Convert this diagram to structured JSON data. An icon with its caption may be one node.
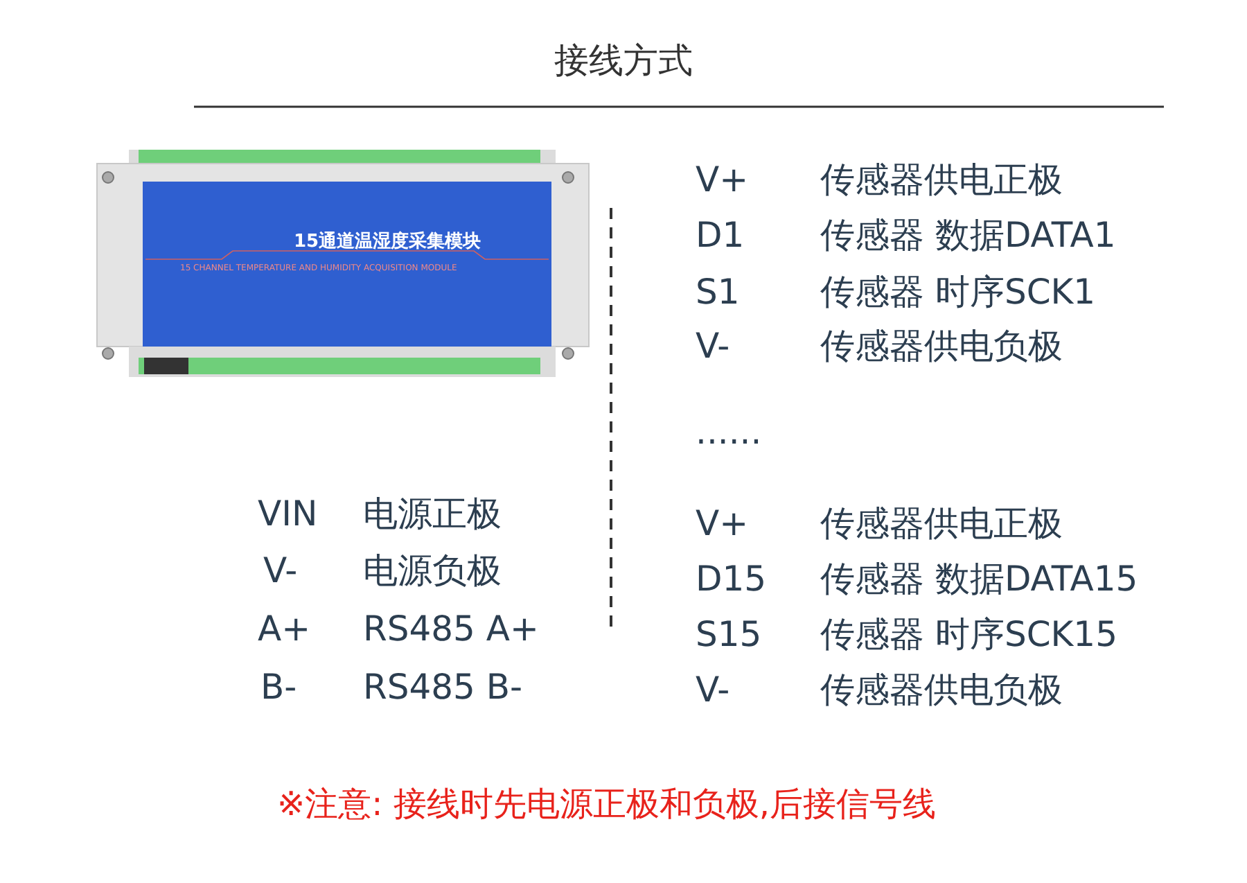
{
  "diagram": {
    "title": "接线方式",
    "labels": [
      "15通道温湿度采集模块",
      "15 CHANNEL TEMPERATURE AND HUMIDITY ACQUISITION MODULE",
      "V+",
      "传感器供电正极",
      "D1",
      "传感器 数据DATA1",
      "S1",
      "传感器 时序SCK1",
      "V-",
      "传感器供电负极",
      "......",
      "V+",
      "传感器供电正极",
      "D15",
      "传感器 数据DATA15",
      "S15",
      "传感器 时序SCK15",
      "V-",
      "传感器供电负极",
      "VIN",
      "电源正极",
      "V-",
      "电源负极",
      "A+",
      "RS485 A+",
      "B-",
      "RS485 B-",
      "※注意: 接线时先电源正极和负极,后接信号线"
    ]
  }
}
